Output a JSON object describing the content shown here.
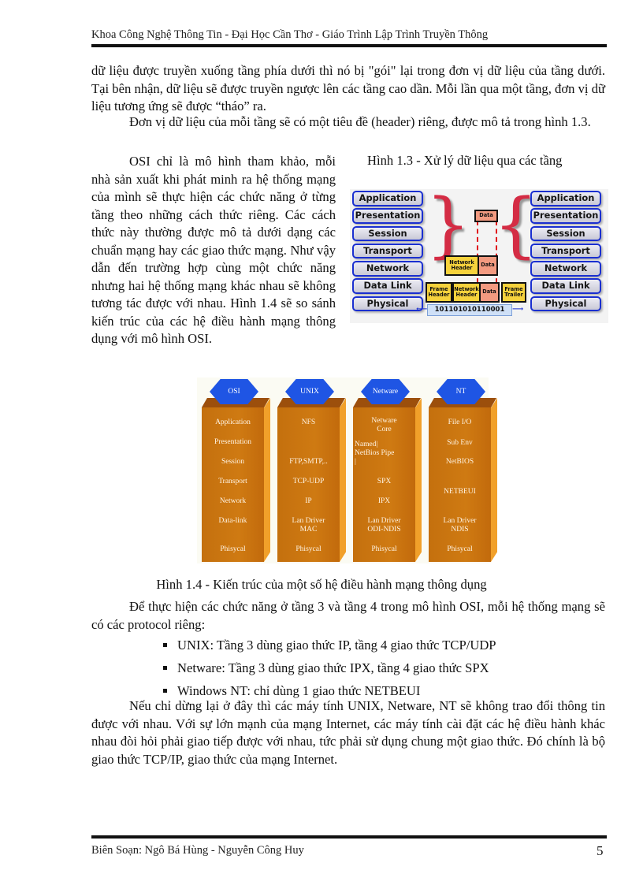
{
  "header": {
    "title": "Khoa Công  Nghệ Thông Tin - Đại Học Cần Thơ  - Giáo Trình Lập Trình Truyền Thông"
  },
  "paragraphs": {
    "p1": "dữ liệu được truyền xuống tầng phía dưới thì nó bị \"gói\" lại trong đơn vị dữ liệu của tầng dưới. Tại bên nhận, dữ liệu sẽ được truyền ngược lên các tầng cao dần. Mỗi lần qua một tầng, đơn vị dữ liệu tương ứng sẽ được “tháo” ra.",
    "p2": "Đơn vị dữ liệu của mỗi tầng sẽ có một tiêu đề  (header) riêng, được mô tả trong hình 1.3.",
    "p3": "OSI chỉ là mô hình tham khảo, mỗi nhà sản xuất khi phát minh ra hệ thống mạng của mình sẽ thực hiện các chức năng ở từng tầng theo những cách  thức riêng. Các cách thức này thường được mô tả dưới dạng các chuẩn mạng hay các giao thức mạng.  Như vậy dẫn đến trường hợp cùng một chức năng nhưng hai hệ thống mạng khác nhau sẽ không tương tác được với nhau. Hình 1.4 sẽ so sánh kiến trúc của các hệ điều hành mạng thông dụng với mô hình OSI.",
    "p4": "Để thực hiện các chức năng ở tầng 3 và tầng 4 trong mô hình OSI, mỗi hệ thống mạng sẽ có các protocol riêng:",
    "p5": "Nếu chỉ dừng lại ở đây  thì các máy tính UNIX, Netware, NT sẽ không trao đổi thông tin được với nhau.  Với sự lớn mạnh của mạng Internet, các máy tính cài đặt các hệ điều hành khác nhau đòi hỏi phải giao tiếp được với nhau, tức phải sử dụng chung một giao thức. Đó chính là bộ giao thức TCP/IP, giao thức của mạng Internet."
  },
  "figure13": {
    "caption": "Hình 1.3 - Xử lý dữ liệu qua các tầng",
    "layers": [
      "Application",
      "Presentation",
      "Session",
      "Transport",
      "Network",
      "Data Link",
      "Physical"
    ],
    "packets": {
      "data": "Data",
      "network_header": "Network Header",
      "frame_header": "Frame Header",
      "frame_trailer": "Frame Trailer"
    },
    "bits": "101101010110001",
    "colors": {
      "layer_border": "#1a2fd0",
      "brace": "#d42c44",
      "packet": "#f6d23c",
      "data": "#f29a80"
    }
  },
  "figure14": {
    "caption": "Hình 1.4 - Kiến trúc của một số hệ điều hành mạng thông dụng",
    "columns": [
      {
        "name": "OSI",
        "cells": [
          "Application",
          "Presentation",
          "Session",
          "Transport",
          "Network",
          "Data-link",
          "Phisycal"
        ]
      },
      {
        "name": "UNIX",
        "cells": [
          "NFS",
          "FTP,SMTP,..",
          "TCP-UDP",
          "IP",
          "Lan Driver MAC",
          "Phisycal"
        ]
      },
      {
        "name": "Netware",
        "cells": [
          "Netware Core",
          "Named| NetBios Pipe   |",
          "SPX",
          "IPX",
          "Lan Driver ODI-NDIS",
          "Phisycal"
        ]
      },
      {
        "name": "NT",
        "cells": [
          "File I/O",
          "Sub Env",
          "NetBIOS",
          "NETBEUI",
          "Lan Driver NDIS",
          "Phisycal"
        ]
      }
    ],
    "colors": {
      "hexagon": "#1f55e4",
      "pillar": "#c87410"
    }
  },
  "bullets": [
    "UNIX: Tầng 3 dùng giao thức IP, tầng 4 giao thức TCP/UDP",
    "Netware: Tầng 3 dùng giao thức IPX, tầng 4 giao thức SPX",
    "Windows NT: chỉ dùng 1 giao thức NETBEUI"
  ],
  "footer": {
    "authors": "Biên Soạn: Ngô Bá Hùng - Nguyễn Công Huy",
    "page_number": "5"
  }
}
